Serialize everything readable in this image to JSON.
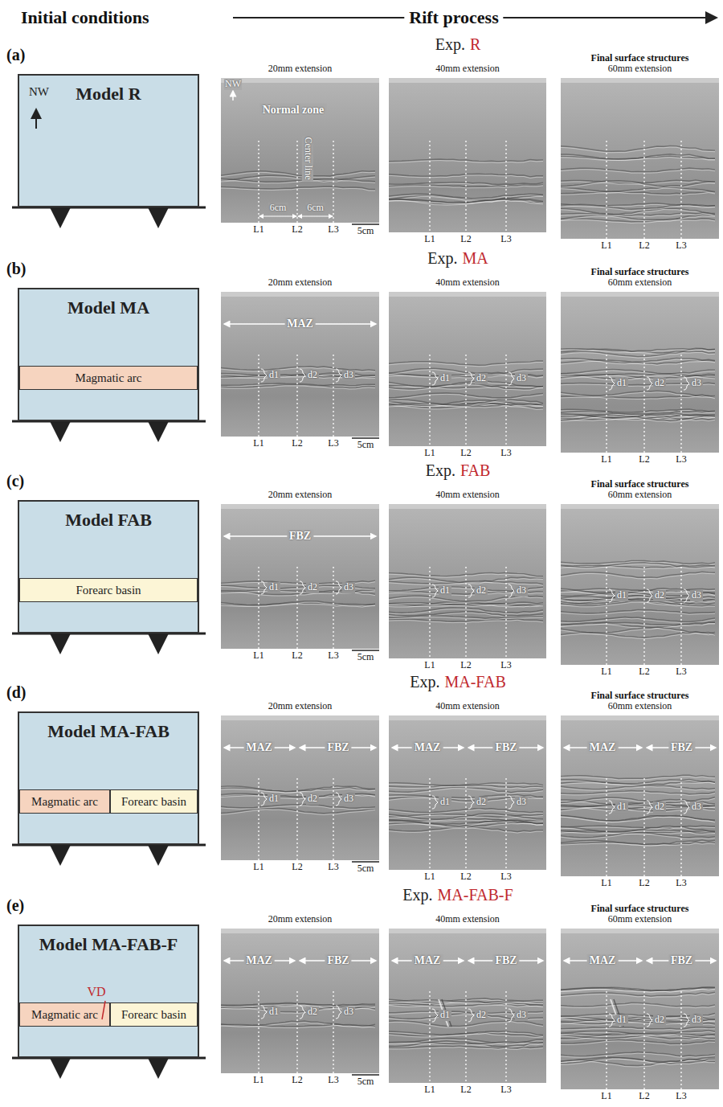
{
  "diagram": {
    "nodes": [
      {
        "text": [
          "NW",
          "Model R"
        ]
      },
      {
        "text": [
          "Model MA"
        ]
      },
      {
        "text": [
          "Magmatic arc"
        ],
        "in": 1
      },
      {
        "text": [
          "Model FAB"
        ]
      },
      {
        "text": [
          "Forearc basin"
        ],
        "in": 3
      },
      {
        "text": [
          "Model MA-FAB"
        ]
      },
      {
        "text": [
          "Magmatic arc"
        ],
        "in": 5
      },
      {
        "text": [
          "Forearc basin"
        ],
        "in": 5
      },
      {
        "text": [
          "Model MA-FAB-F"
        ]
      },
      {
        "text": [
          "Magmatic arc"
        ],
        "in": 8
      },
      {
        "text": [
          "Forearc basin"
        ],
        "in": 8
      }
    ],
    "labels": [
      "Initial conditions",
      "Rift process",
      "(a)",
      "Exp.",
      "R",
      "20mm extension",
      "40mm extension",
      "Final surface structures",
      "60mm extension",
      "NW",
      "Normal zone",
      "Center line",
      "6cm",
      "6cm",
      "L1",
      "L2",
      "L3",
      "5cm",
      "L1",
      "L2",
      "L3",
      "L1",
      "L2",
      "L3",
      "(b)",
      "Exp.",
      "MA",
      "20mm extension",
      "40mm extension",
      "Final surface structures",
      "60mm extension",
      "MAZ",
      "d1",
      "d2",
      "d3",
      "L1",
      "L2",
      "L3",
      "5cm",
      "d1",
      "d2",
      "d3",
      "L1",
      "L2",
      "L3",
      "d1",
      "d2",
      "d3",
      "L1",
      "L2",
      "L3",
      "(c)",
      "Exp.",
      "FAB",
      "20mm extension",
      "40mm extension",
      "Final surface structures",
      "60mm extension",
      "FBZ",
      "d1",
      "d2",
      "d3",
      "L1",
      "L2",
      "L3",
      "5cm",
      "d1",
      "d2",
      "d3",
      "L1",
      "L2",
      "L3",
      "d1",
      "d2",
      "d3",
      "L1",
      "L2",
      "L3",
      "(d)",
      "Exp.",
      "MA-FAB",
      "20mm extension",
      "40mm extension",
      "Final surface structures",
      "60mm extension",
      "MAZ",
      "FBZ",
      "d1",
      "d2",
      "d3",
      "L1",
      "L2",
      "L3",
      "5cm",
      "MAZ",
      "FBZ",
      "d1",
      "d2",
      "d3",
      "L1",
      "L2",
      "L3",
      "MAZ",
      "FBZ",
      "d1",
      "d2",
      "d3",
      "L1",
      "L2",
      "L3",
      "(e)",
      "Exp.",
      "MA-FAB-F",
      "20mm extension",
      "40mm extension",
      "Final surface structures",
      "60mm extension",
      "MAZ",
      "FBZ",
      "d1",
      "d2",
      "d3",
      "L1",
      "L2",
      "L3",
      "5cm",
      "MAZ",
      "FBZ",
      "d1",
      "d2",
      "d3",
      "L1",
      "L2",
      "L3",
      "MAZ",
      "FBZ",
      "d1",
      "d2",
      "d3",
      "L1",
      "L2",
      "L3",
      "VD"
    ]
  }
}
